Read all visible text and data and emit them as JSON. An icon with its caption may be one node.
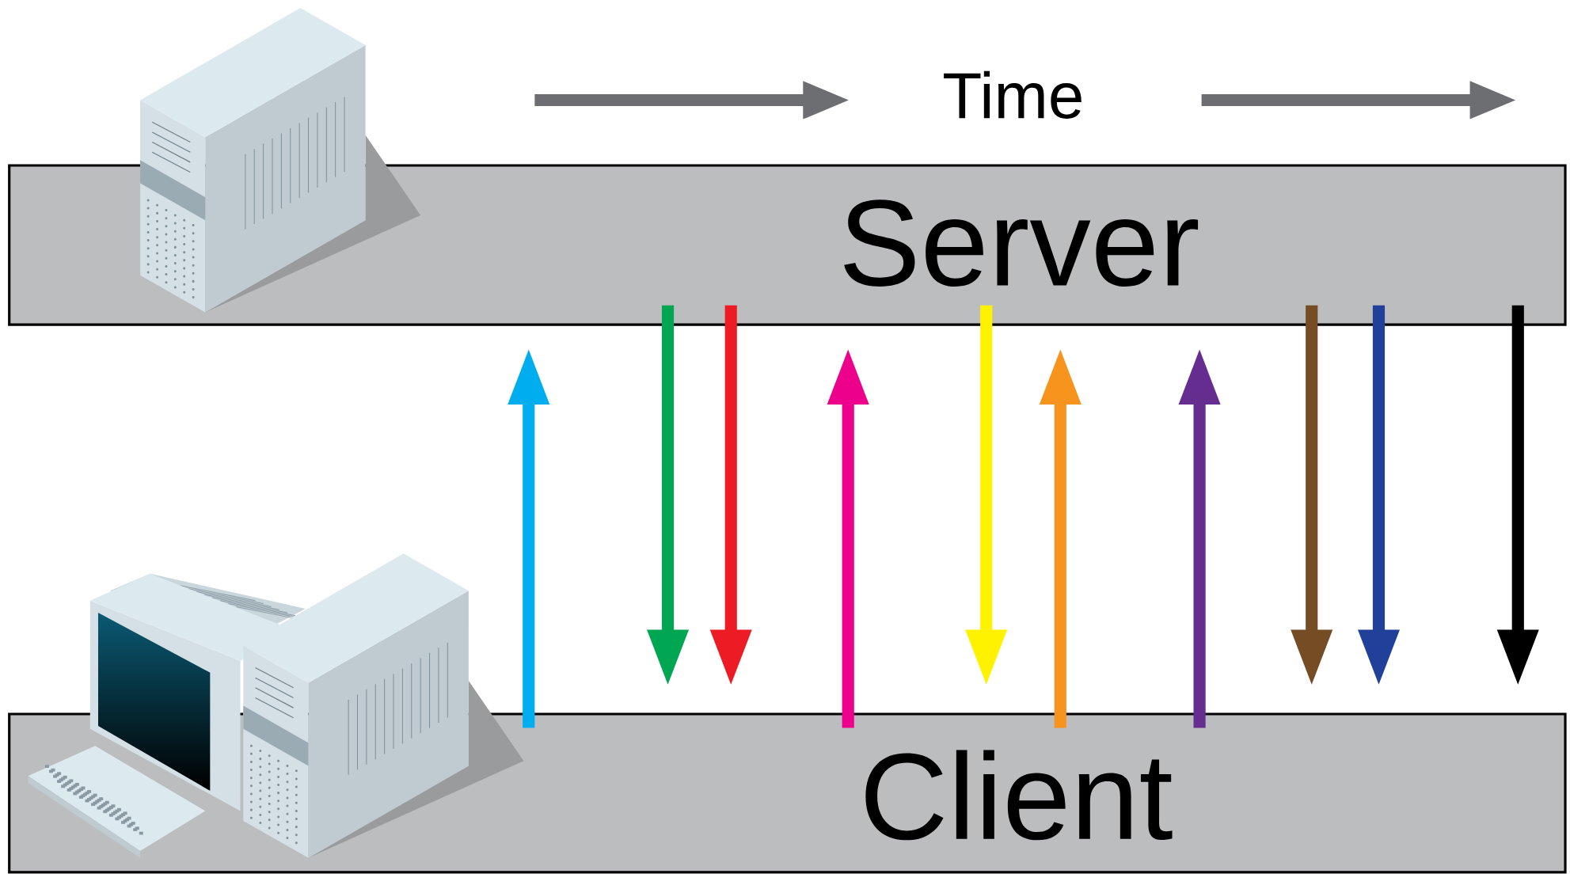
{
  "diagram": {
    "nodes": [
      {
        "text": [
          "Server"
        ]
      },
      {
        "text": [
          "Client"
        ]
      }
    ],
    "edges": [
      {
        "from": 1,
        "to": 0,
        "arrow": "to",
        "color": "#00aeef"
      },
      {
        "from": 0,
        "to": 1,
        "arrow": "to",
        "color": "#00a651"
      },
      {
        "from": 0,
        "to": 1,
        "arrow": "to",
        "color": "#ed1c24"
      },
      {
        "from": 1,
        "to": 0,
        "arrow": "to",
        "color": "#ec008c"
      },
      {
        "from": 0,
        "to": 1,
        "arrow": "to",
        "color": "#fff200"
      },
      {
        "from": 1,
        "to": 0,
        "arrow": "to",
        "color": "#f7941d"
      },
      {
        "from": 1,
        "to": 0,
        "arrow": "to",
        "color": "#662d91"
      },
      {
        "from": 0,
        "to": 1,
        "arrow": "to",
        "color": "#754c24"
      },
      {
        "from": 0,
        "to": 1,
        "arrow": "to",
        "color": "#21409a"
      },
      {
        "from": 0,
        "to": 1,
        "arrow": "to",
        "color": "#000000"
      }
    ],
    "labels": [
      "Time"
    ]
  }
}
